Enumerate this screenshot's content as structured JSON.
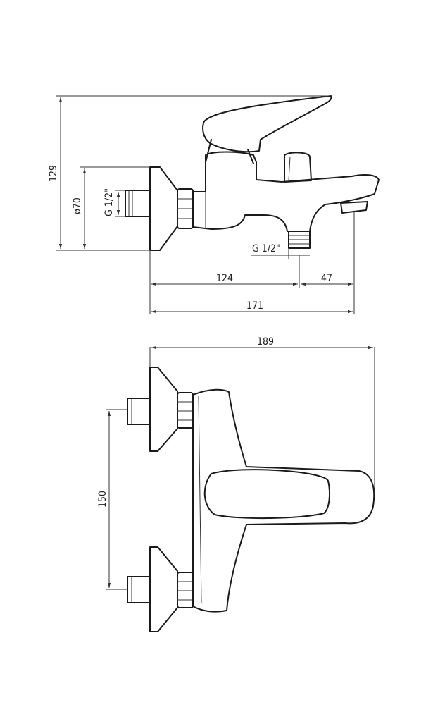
{
  "dimensions": {
    "height_129": "129",
    "dia_70": "ø70",
    "thread_wall": "G 1/2\"",
    "thread_outlet": "G 1/2\"",
    "len_124": "124",
    "len_47": "47",
    "len_171": "171",
    "len_189": "189",
    "spacing_150": "150"
  },
  "colors": {
    "line": "#1a1a1a",
    "background": "#ffffff"
  }
}
